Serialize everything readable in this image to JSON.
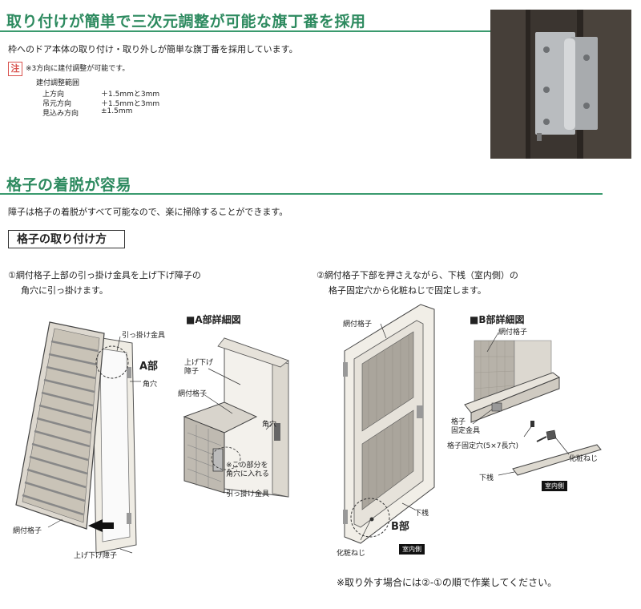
{
  "section1": {
    "title": "取り付けが簡単で三次元調整が可能な旗丁番を採用",
    "desc": "枠へのドア本体の取り付け・取り外しが簡単な旗丁番を採用しています。",
    "note_badge": "注",
    "note_text": "※3方向に建付調整が可能です。",
    "adjust_heading": "建付調整範囲",
    "adjust_rows": [
      {
        "label": "上方向",
        "value": "＋1.5mmと3mm"
      },
      {
        "label": "吊元方向",
        "value": "＋1.5mmと3mm"
      },
      {
        "label": "見込み方向",
        "value": "±1.5mm"
      }
    ]
  },
  "section2": {
    "title": "格子の着脱が容易",
    "desc": "障子は格子の着脱がすべて可能なので、楽に掃除することができます。",
    "howto_title": "格子の取り付け方"
  },
  "step1": {
    "line1": "①網付格子上部の引っ掛け金具を上げ下げ障子の",
    "line2": "角穴に引っ掛けます。",
    "labels": {
      "hook": "引っ掛け金具",
      "part_a": "A部",
      "square_hole": "角穴",
      "lattice": "網付格子",
      "sash": "上げ下げ障子"
    }
  },
  "detail_a": {
    "title": "■A部詳細図",
    "labels": {
      "sash": "上げ下げ\n障子",
      "lattice": "網付格子",
      "square_hole": "角穴",
      "note": "※この部分を\n角穴に入れる",
      "hook": "引っ掛け金具"
    }
  },
  "step2": {
    "line1": "②網付格子下部を押さえながら、下桟（室内側）の",
    "line2": "格子固定穴から化粧ねじで固定します。",
    "labels": {
      "lattice": "網付格子",
      "bottom_rail": "下桟",
      "part_b": "B部",
      "screw": "化粧ねじ",
      "indoor": "室内側"
    }
  },
  "detail_b": {
    "title": "■B部詳細図",
    "labels": {
      "lattice": "網付格子",
      "fix_bracket": "格子\n固定金具",
      "fix_hole": "格子固定穴(5×7長穴)",
      "screw": "化粧ねじ",
      "bottom_rail": "下桟",
      "indoor": "室内側"
    }
  },
  "footer_note": "※取り外す場合には②-①の順で作業してください。",
  "colors": {
    "accent": "#2d8a5f",
    "rule": "#3a9a6e",
    "note_red": "#d9534f",
    "frame_dark": "#3b3530"
  }
}
